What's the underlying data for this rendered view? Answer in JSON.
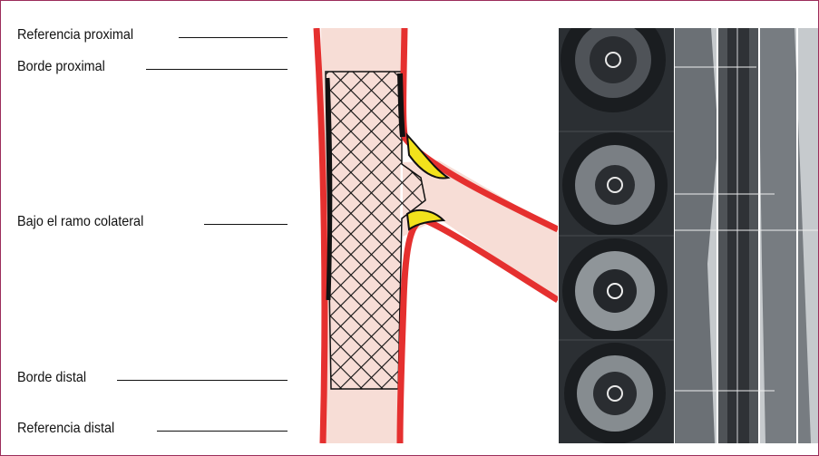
{
  "labels": {
    "proximal_reference": "Referencia proximal",
    "proximal_edge": "Borde proximal",
    "side_branch": "Bajo el ramo colateral",
    "distal_edge": "Borde distal",
    "distal_reference": "Referencia distal"
  },
  "colors": {
    "frame_border": "#9b2d5a",
    "vessel_wall": "#e5302f",
    "vessel_lumen": "#f7ddd6",
    "plaque": "#f2e21c",
    "stent_mesh": "#111111"
  },
  "icons": {
    "stent": "stent-mesh-icon",
    "ivus": "ivus-cross-section-icon"
  }
}
